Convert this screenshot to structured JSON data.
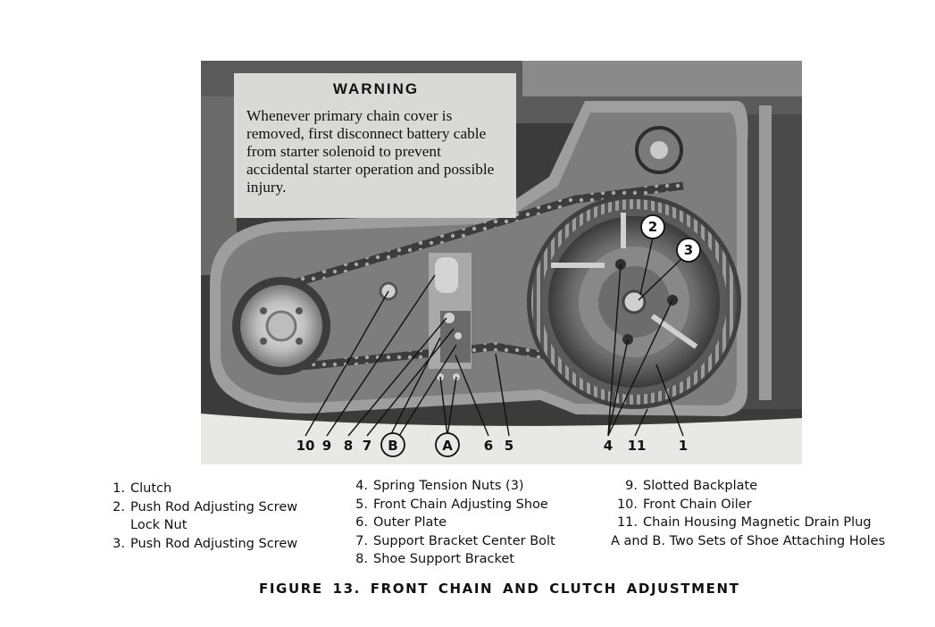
{
  "warning": {
    "title": "WARNING",
    "text": "Whenever primary chain cover is removed, first disconnect battery cable from starter solenoid to prevent accidental starter operation and possible injury."
  },
  "callouts": {
    "c10": "10",
    "c9": "9",
    "c8": "8",
    "c7": "7",
    "cB": "B",
    "cA": "A",
    "c6": "6",
    "c5": "5",
    "c4": "4",
    "c11": "11",
    "c1": "1",
    "c2": "2",
    "c3": "3"
  },
  "legend": {
    "col1": [
      {
        "num": "1.",
        "text": "Clutch"
      },
      {
        "num": "2.",
        "text": "Push Rod Adjusting Screw",
        "cont": "Lock Nut"
      },
      {
        "num": "3.",
        "text": "Push Rod Adjusting Screw"
      }
    ],
    "col2": [
      {
        "num": "4.",
        "text": "Spring Tension Nuts (3)"
      },
      {
        "num": "5.",
        "text": "Front Chain Adjusting Shoe"
      },
      {
        "num": "6.",
        "text": "Outer Plate"
      },
      {
        "num": "7.",
        "text": "Support Bracket Center Bolt"
      },
      {
        "num": "8.",
        "text": "Shoe Support Bracket"
      }
    ],
    "col3": [
      {
        "num": "9.",
        "text": "Slotted Backplate"
      },
      {
        "num": "10.",
        "text": "Front Chain Oiler"
      },
      {
        "num": "11.",
        "text": "Chain Housing Magnetic Drain Plug"
      },
      {
        "num": "A and B.",
        "text": "Two Sets of Shoe Attaching Holes"
      }
    ]
  },
  "caption": "FIGURE 13. FRONT CHAIN AND CLUTCH ADJUSTMENT"
}
